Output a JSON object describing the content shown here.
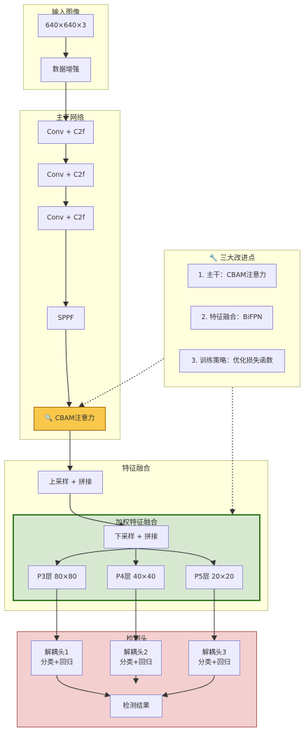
{
  "clusters": {
    "input": "输入图像",
    "backbone": "主干网络",
    "improve": "🔧 三大改进点",
    "neck": "特征融合",
    "bifpn": "加权特征融合",
    "head": "检测头"
  },
  "nodes": {
    "input_size": "640×640×3",
    "augment": "数据增强",
    "conv1": "Conv + C2f",
    "conv2": "Conv + C2f",
    "conv3": "Conv + C2f",
    "sppf": "SPPF",
    "cbam": "🔍 CBAM注意力",
    "improve1": "1. 主干：CBAM注意力",
    "improve2": "2. 特征融合：BiFPN",
    "improve3": "3. 训练策略：优化损失函数",
    "upsample": "上采样 + 拼接",
    "downsample": "下采样 + 拼接",
    "p3": "P3层 80×80",
    "p4": "P4层 40×40",
    "p5": "P5层 20×20",
    "head1_line1": "解耦头1",
    "head1_line2": "分类+回归",
    "head2_line1": "解耦头2",
    "head2_line2": "分类+回归",
    "head3_line1": "解耦头3",
    "head3_line2": "分类+回归",
    "result": "检测结果"
  },
  "colors": {
    "cluster_yellow": "#ffffde",
    "cluster_green": "#d7e8d1",
    "cluster_red": "#f4cfcf",
    "node_fill": "#ececfe",
    "node_border": "#9a95d6",
    "cbam_fill": "#f9c74a"
  }
}
